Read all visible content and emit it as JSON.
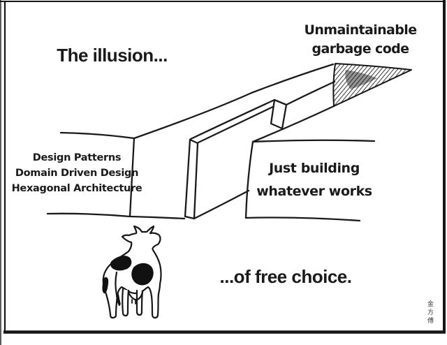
{
  "comic": {
    "caption_top": "The illusion...",
    "caption_bottom": "...of free choice.",
    "corridor_end_label": {
      "line1": "Unmaintainable",
      "line2": "garbage code"
    },
    "left_wall_label": {
      "line1": "Design Patterns",
      "line2": "Domain Driven Design",
      "line3": "Hexagonal Architecture"
    },
    "right_wall_label": {
      "line1": "Just building",
      "line2": "whatever works"
    },
    "signature": "金方傅",
    "colors": {
      "ink": "#1a1a1a",
      "background": "#ffffff"
    }
  }
}
